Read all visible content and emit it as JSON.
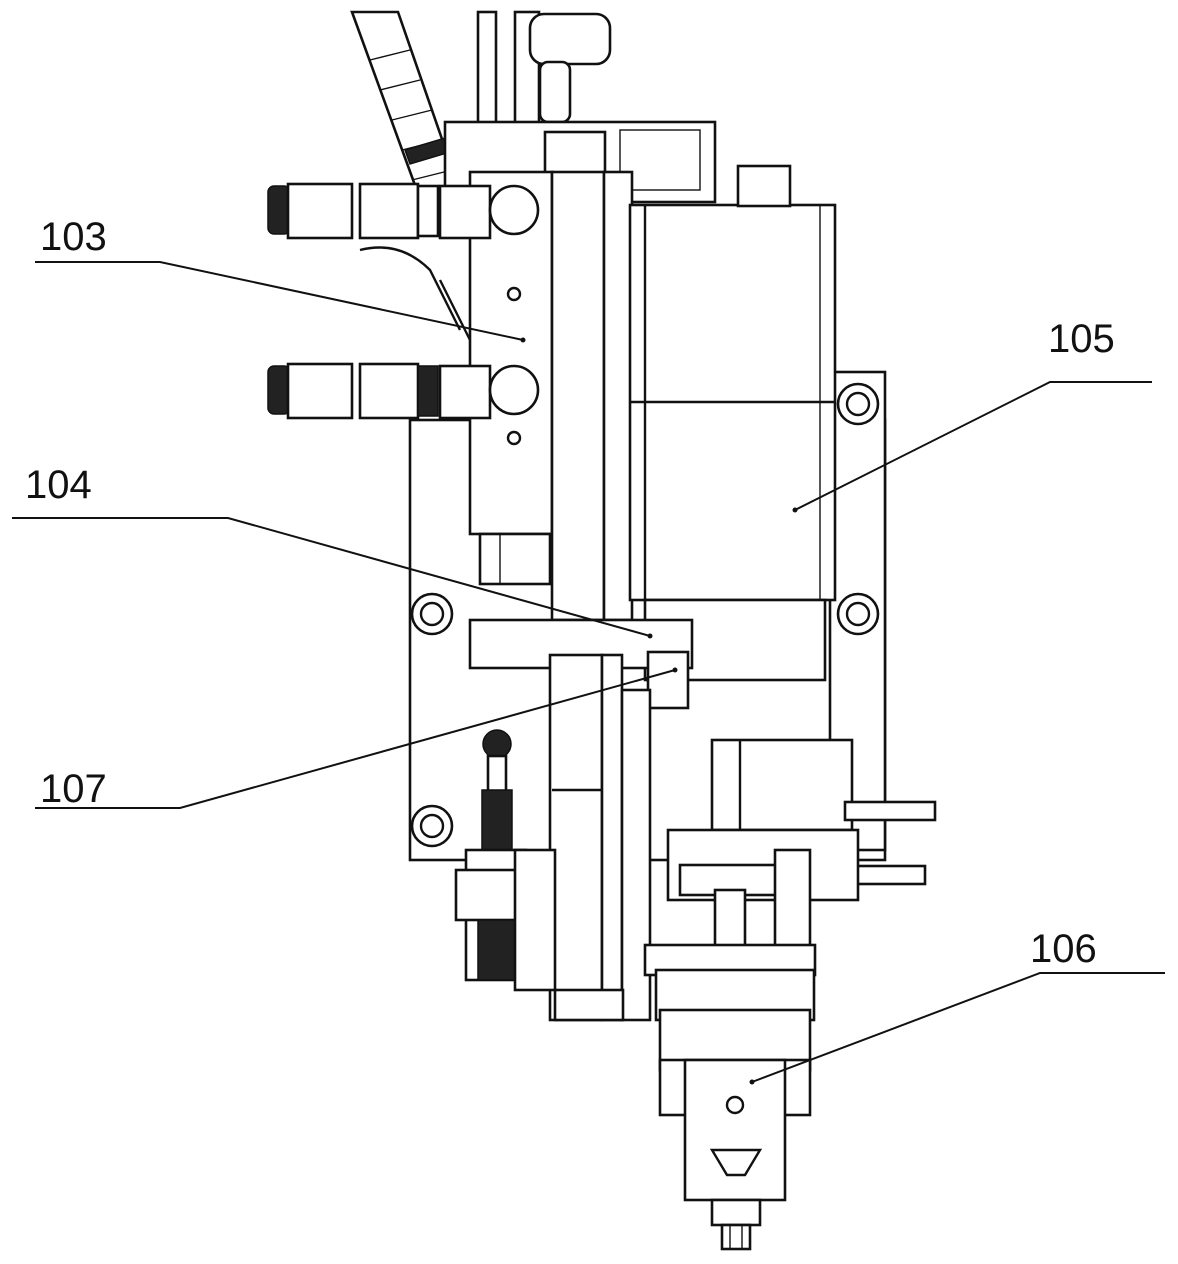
{
  "labels": {
    "l103": "103",
    "l104": "104",
    "l105": "105",
    "l106": "106",
    "l107": "107"
  }
}
